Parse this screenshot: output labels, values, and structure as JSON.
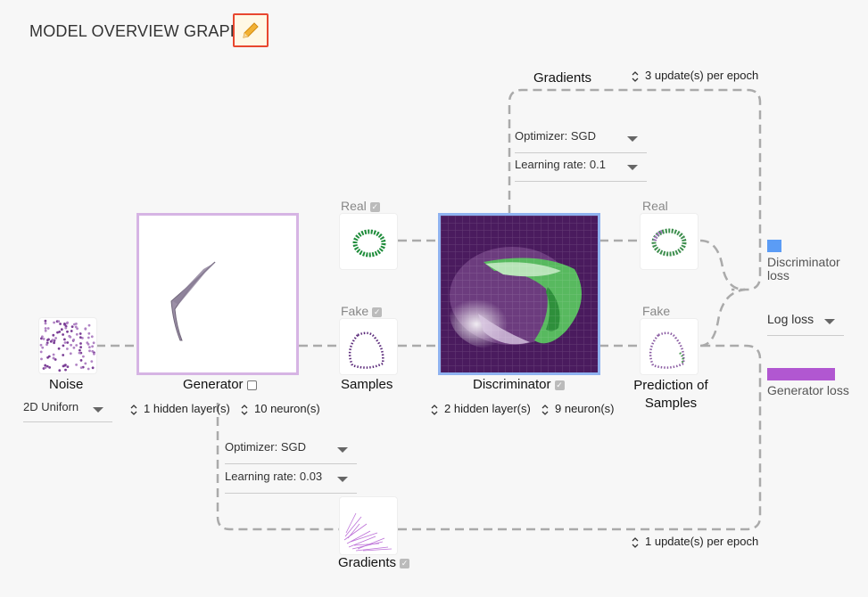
{
  "title": "MODEL OVERVIEW GRAPH",
  "edit_icon": "pencil-icon",
  "colors": {
    "discriminator_loss": "#5b9cf5",
    "generator_loss": "#b157d1",
    "generator_border": "#d6b4e4",
    "discriminator_border": "#8fb2f0",
    "edit_border": "#e8472f"
  },
  "noise": {
    "label": "Noise",
    "distribution": "2D Uniforn"
  },
  "generator": {
    "label": "Generator",
    "hidden_layers": "1 hidden layer(s)",
    "neurons": "10 neuron(s)",
    "optimizer_label": "Optimizer:",
    "optimizer_value": "SGD",
    "lr_label": "Learning rate:",
    "lr_value": "0.03",
    "updates": "1 update(s) per epoch",
    "gradients_label": "Gradients"
  },
  "real_label": "Real",
  "fake_label": "Fake",
  "samples_label": "Samples",
  "discriminator": {
    "label": "Discriminator",
    "hidden_layers": "2 hidden layer(s)",
    "neurons": "9 neuron(s)",
    "gradients_label": "Gradients",
    "updates": "3 update(s) per epoch",
    "optimizer_label": "Optimizer:",
    "optimizer_value": "SGD",
    "lr_label": "Learning rate:",
    "lr_value": "0.1"
  },
  "prediction": {
    "real_label": "Real",
    "fake_label": "Fake",
    "label": "Prediction of Samples"
  },
  "loss": {
    "discriminator_label": "Discriminator loss",
    "loss_type": "Log loss",
    "generator_label": "Generator loss"
  }
}
